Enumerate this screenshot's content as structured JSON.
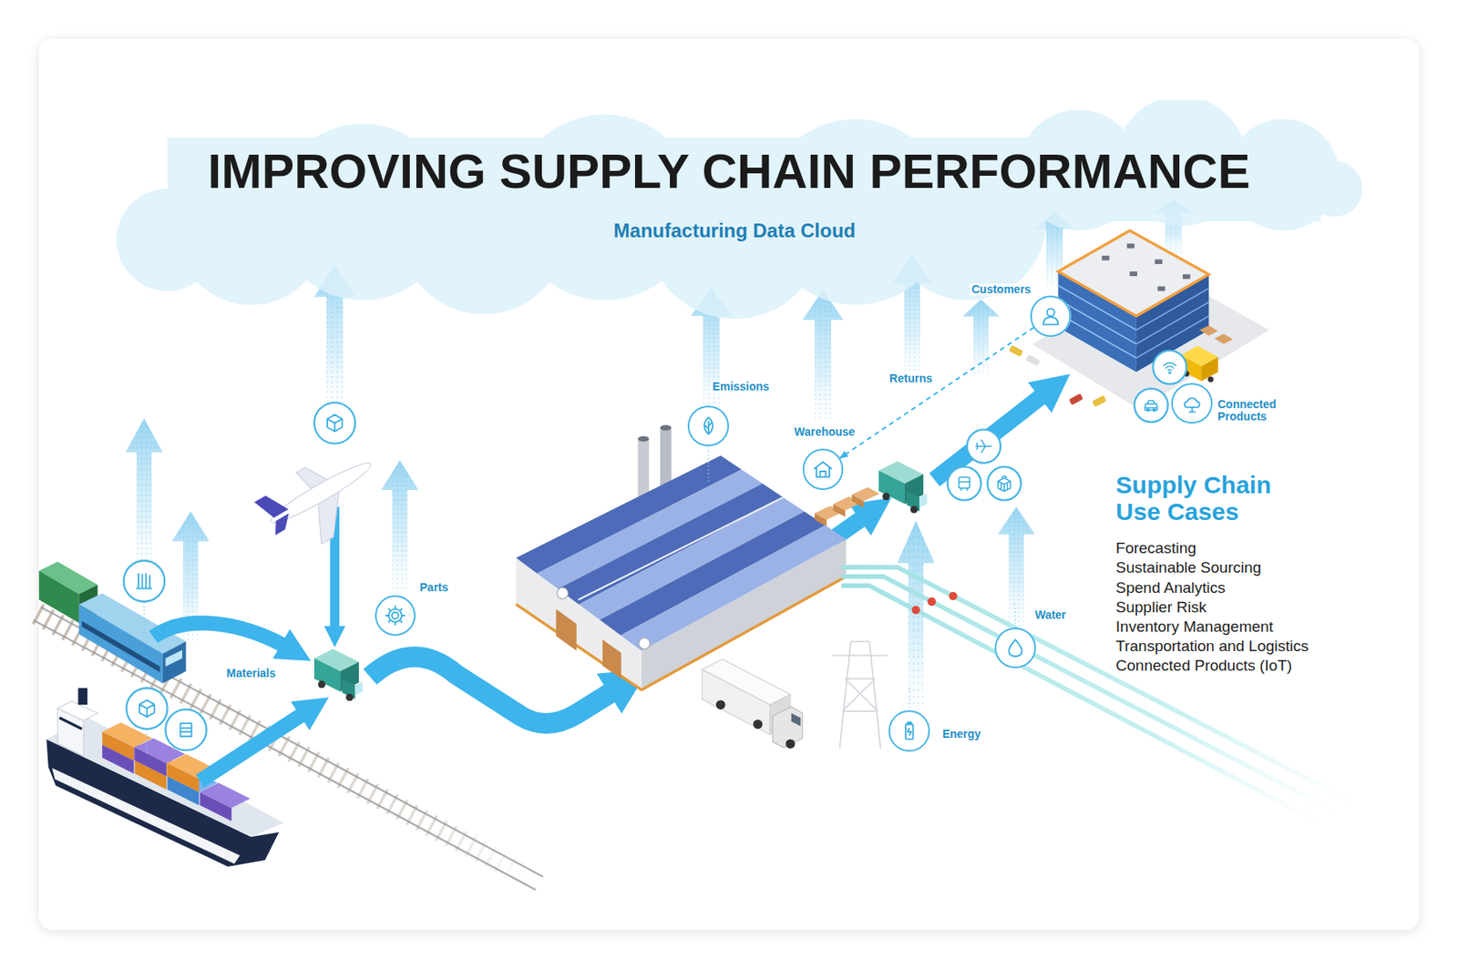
{
  "diagram": {
    "title": "IMPROVING SUPPLY CHAIN PERFORMANCE",
    "nodes": [
      {
        "text": [
          "Manufacturing Data Cloud"
        ]
      },
      {
        "text": [
          "Customers"
        ]
      },
      {
        "text": [
          "Warehouse"
        ]
      },
      {
        "text": [
          "Emissions"
        ]
      },
      {
        "text": [
          "Parts"
        ]
      },
      {
        "text": [
          "Water"
        ]
      },
      {
        "text": [
          "Energy"
        ]
      },
      {
        "text": [
          "Connected Products"
        ]
      }
    ],
    "edges": [
      {
        "from": 1,
        "to": 2,
        "label": "Returns",
        "arrow": "to"
      }
    ],
    "labels": [
      "Materials",
      "Supply Chain Use Cases",
      "Forecasting",
      "Sustainable Sourcing",
      "Spend Analytics",
      "Supplier Risk",
      "Inventory Management",
      "Transportation and Logistics",
      "Connected Products (IoT)"
    ]
  }
}
